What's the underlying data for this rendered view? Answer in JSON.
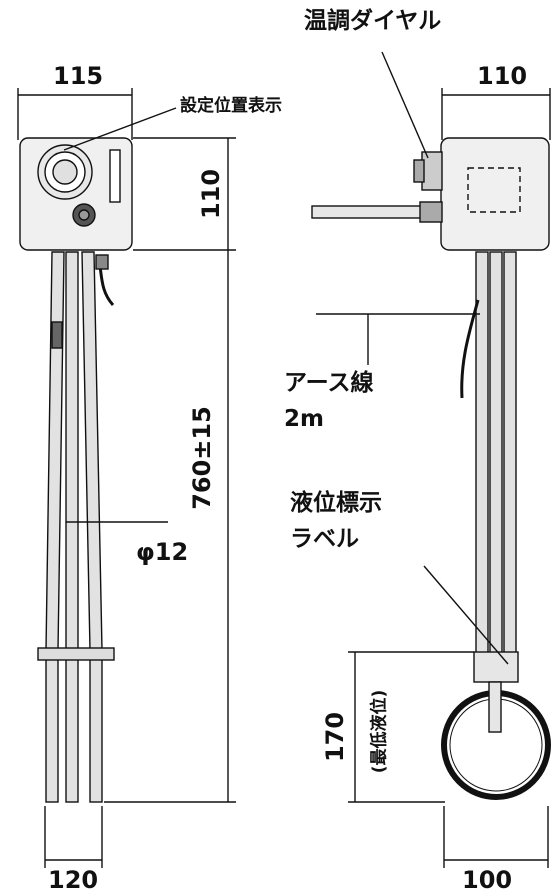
{
  "front_view": {
    "width_top": "115",
    "box_height": "110",
    "setting_label": "設定位置表示",
    "length": "760±15",
    "pipe_dia": "φ12",
    "width_bottom": "120"
  },
  "side_view": {
    "dial_label": "温調ダイヤル",
    "width_top": "110",
    "earth_label_1": "アース線",
    "earth_label_2": "2m",
    "level_label_1": "液位標示",
    "level_label_2": "ラベル",
    "min_level_dim": "170",
    "min_level_label": "(最低液位)",
    "width_bottom": "100"
  },
  "colors": {
    "line": "#111111",
    "body": "#f2f2f2",
    "pipe": "#d9d9d9"
  }
}
